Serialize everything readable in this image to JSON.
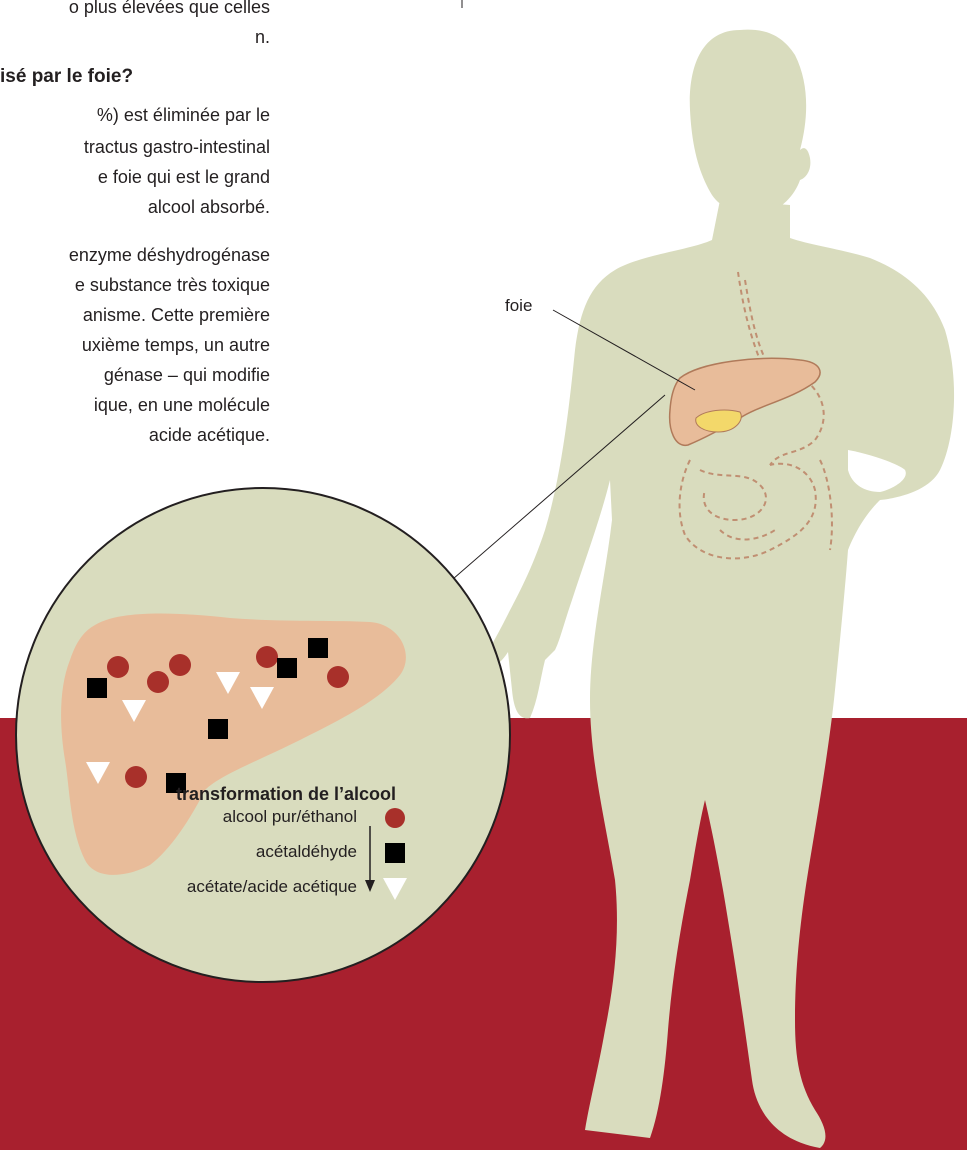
{
  "paragraph_lines": [
    {
      "text": "o plus élevées que celles"
    },
    {
      "text": "n."
    },
    {
      "text": "isé par le foie?",
      "heading": true
    },
    {
      "text": "%) est éliminée par le"
    },
    {
      "text": "tractus gastro-intestinal"
    },
    {
      "text": "e foie qui est le grand"
    },
    {
      "text": "alcool absorbé."
    },
    {
      "text": "enzyme déshydrogénase"
    },
    {
      "text": "e substance très toxique"
    },
    {
      "text": "anisme. Cette première"
    },
    {
      "text": "uxième temps, un autre"
    },
    {
      "text": "génase – qui modifie"
    },
    {
      "text": "ique, en une molécule"
    },
    {
      "text": "acide acétique."
    }
  ],
  "labels": {
    "foie": "foie"
  },
  "legend": {
    "title": "transformation de l’alcool",
    "items": [
      {
        "label": "alcool pur/éthanol",
        "marker": "circle",
        "color": "#a8302a"
      },
      {
        "label": "acétaldéhyde",
        "marker": "square",
        "color": "#000000"
      },
      {
        "label": "acétate/acide acétique",
        "marker": "triangle",
        "color": "#ffffff"
      }
    ]
  },
  "colors": {
    "body": "#d9dcbe",
    "band": "#a8202e",
    "liver": "#e8bc9a",
    "liver_outline": "#b07a5a",
    "gallbladder": "#f3d86a",
    "magnifier": "#d9dcbe"
  }
}
